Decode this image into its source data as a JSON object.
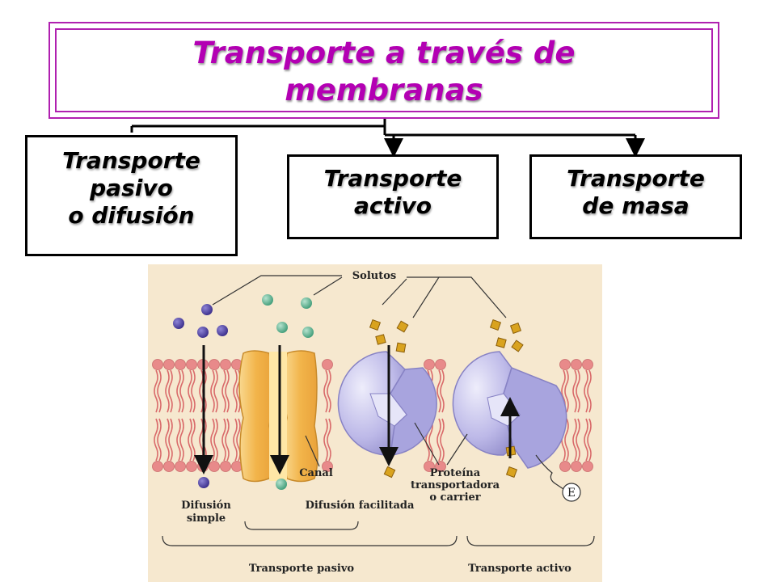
{
  "title": {
    "line1": "Transporte a través de",
    "line2": "membranas"
  },
  "categories": [
    {
      "id": "pasivo",
      "lines": [
        "Transporte",
        "pasivo",
        "o difusión"
      ]
    },
    {
      "id": "activo",
      "lines": [
        "Transporte",
        "activo"
      ]
    },
    {
      "id": "masa",
      "lines": [
        "Transporte",
        "de masa"
      ]
    }
  ],
  "figure": {
    "solutes_label": "Solutos",
    "simple_label_1": "Difusión",
    "simple_label_2": "simple",
    "canal_label": "Canal",
    "facilitated_label": "Difusión facilitada",
    "carrier_label_1": "Proteína",
    "carrier_label_2": "transportadora",
    "carrier_label_3": "o carrier",
    "energy_label": "E",
    "passive_bracket_label": "Transporte pasivo",
    "active_bracket_label": "Transporte activo"
  },
  "colors": {
    "title": "#b300b3",
    "figure_bg": "#f6e8cf",
    "lipid_head": "#e88a8a",
    "channel": "#f2b44a",
    "carrier": "#b9b6e6",
    "solute_purple": "#4b3c9e",
    "solute_green": "#62b596",
    "solute_gold": "#d9a31f"
  }
}
